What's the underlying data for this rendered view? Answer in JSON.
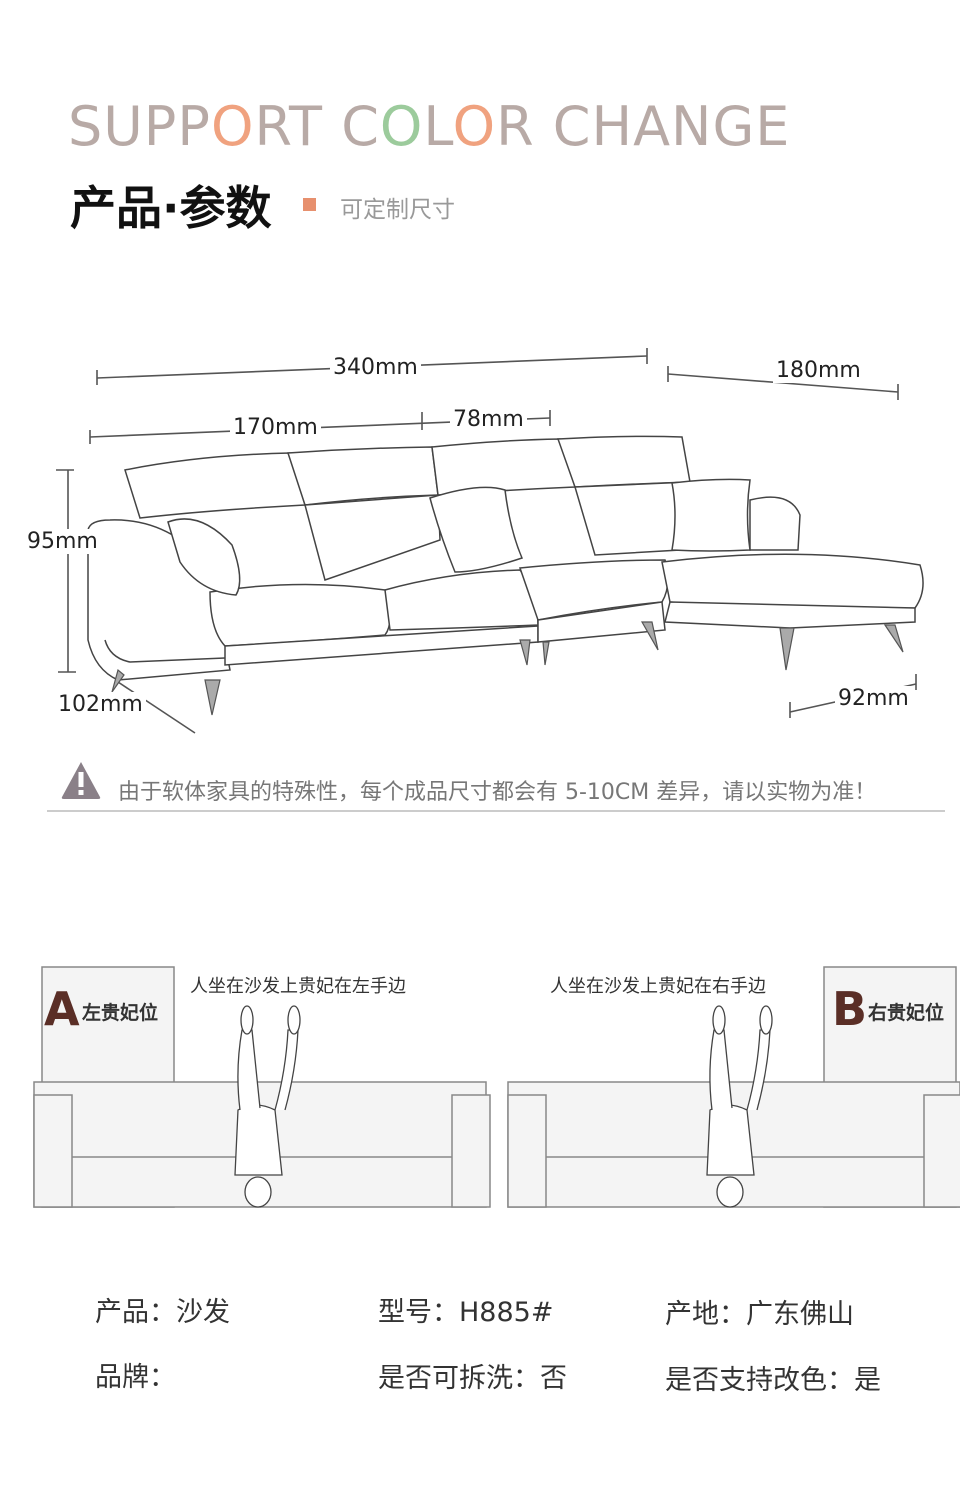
{
  "header": {
    "title_parts": [
      {
        "text": "SUPP",
        "color": "#b8aaa6"
      },
      {
        "text": "O",
        "color": "#f0a27f"
      },
      {
        "text": "RT C",
        "color": "#b8aaa6"
      },
      {
        "text": "O",
        "color": "#9ccb9c"
      },
      {
        "text": "L",
        "color": "#b8aaa6"
      },
      {
        "text": "O",
        "color": "#f0a27f"
      },
      {
        "text": "R CHANGE",
        "color": "#b8aaa6"
      }
    ],
    "section_title": "产品·参数",
    "custom_label": "可定制尺寸",
    "accent_color": "#e7906e"
  },
  "dimensions": {
    "total_width": "340mm",
    "chaise_width": "180mm",
    "left_section": "170mm",
    "middle_section": "78mm",
    "height": "95mm",
    "depth": "102mm",
    "chaise_depth": "92mm"
  },
  "notice": {
    "icon": "warning-icon",
    "text": "由于软体家具的特殊性，每个成品尺寸都会有 5-10CM 差异，请以实物为准！"
  },
  "seating": {
    "left": {
      "letter": "A",
      "label": "左贵妃位",
      "caption": "人坐在沙发上贵妃在左手边"
    },
    "right": {
      "letter": "B",
      "label": "右贵妃位",
      "caption": "人坐在沙发上贵妃在右手边"
    }
  },
  "specs": {
    "product": "产品：沙发",
    "model": "型号：H885#",
    "origin": "产地：广东佛山",
    "brand": "品牌：",
    "washable": "是否可拆洗：否",
    "color_change": "是否支持改色：是"
  }
}
